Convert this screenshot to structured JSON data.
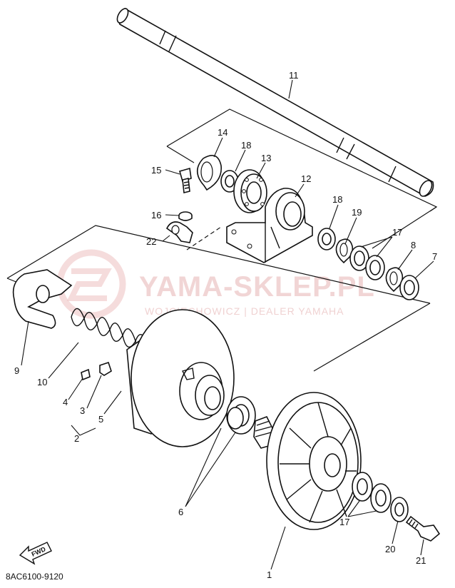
{
  "watermark": {
    "main": "YAMA-SKLEP.PL",
    "sub": "WOJCIECHOWICZ | DEALER YAMAHA"
  },
  "diagram_code": "8AC6100-9120",
  "fwd_label": "FWD",
  "callouts": {
    "c1": "1",
    "c2": "2",
    "c3": "3",
    "c4": "4",
    "c5": "5",
    "c6": "6",
    "c7": "7",
    "c8": "8",
    "c9": "9",
    "c10": "10",
    "c11": "11",
    "c12": "12",
    "c13": "13",
    "c14": "14",
    "c15": "15",
    "c16": "16",
    "c17a": "17",
    "c17b": "17",
    "c18a": "18",
    "c18b": "18",
    "c19": "19",
    "c20": "20",
    "c21": "21",
    "c22": "22"
  }
}
